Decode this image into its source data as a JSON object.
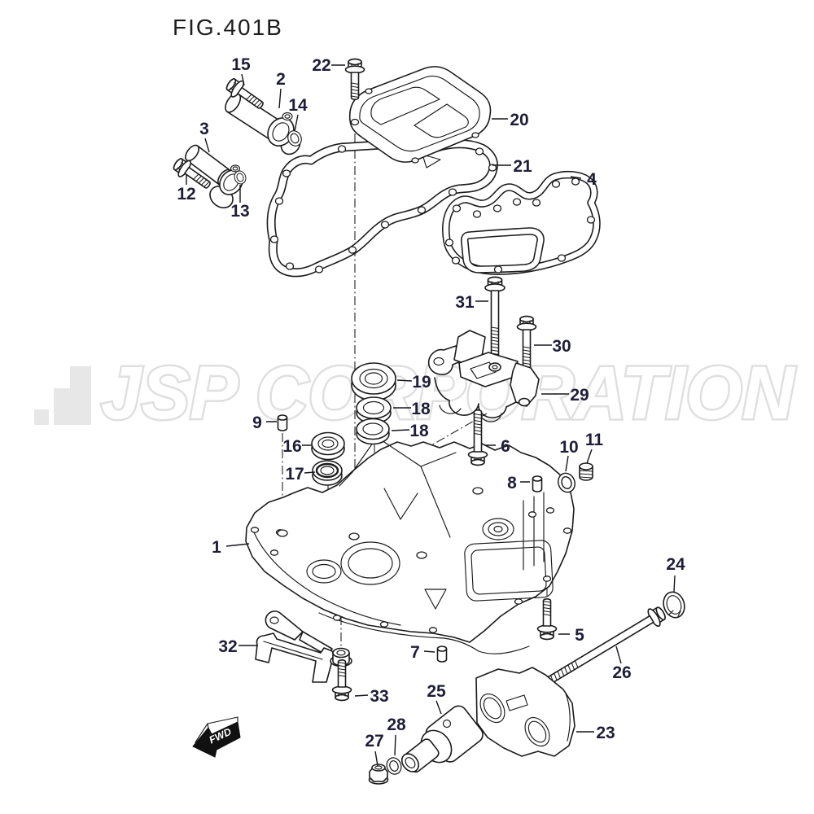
{
  "diagram": {
    "figure_title": "FIG.401B",
    "watermark_text": "JSP CORPORATION",
    "fwd_label": "FWD",
    "line_color": "#1a1a1a",
    "label_color": "#1e1e38",
    "watermark_color": "#dfdfdf",
    "callouts": [
      "15",
      "2",
      "14",
      "3",
      "12",
      "13",
      "22",
      "20",
      "21",
      "4",
      "31",
      "30",
      "29",
      "19",
      "18",
      "18",
      "9",
      "16",
      "17",
      "6",
      "10",
      "11",
      "8",
      "1",
      "24",
      "5",
      "26",
      "32",
      "7",
      "33",
      "25",
      "23",
      "28",
      "27"
    ]
  }
}
